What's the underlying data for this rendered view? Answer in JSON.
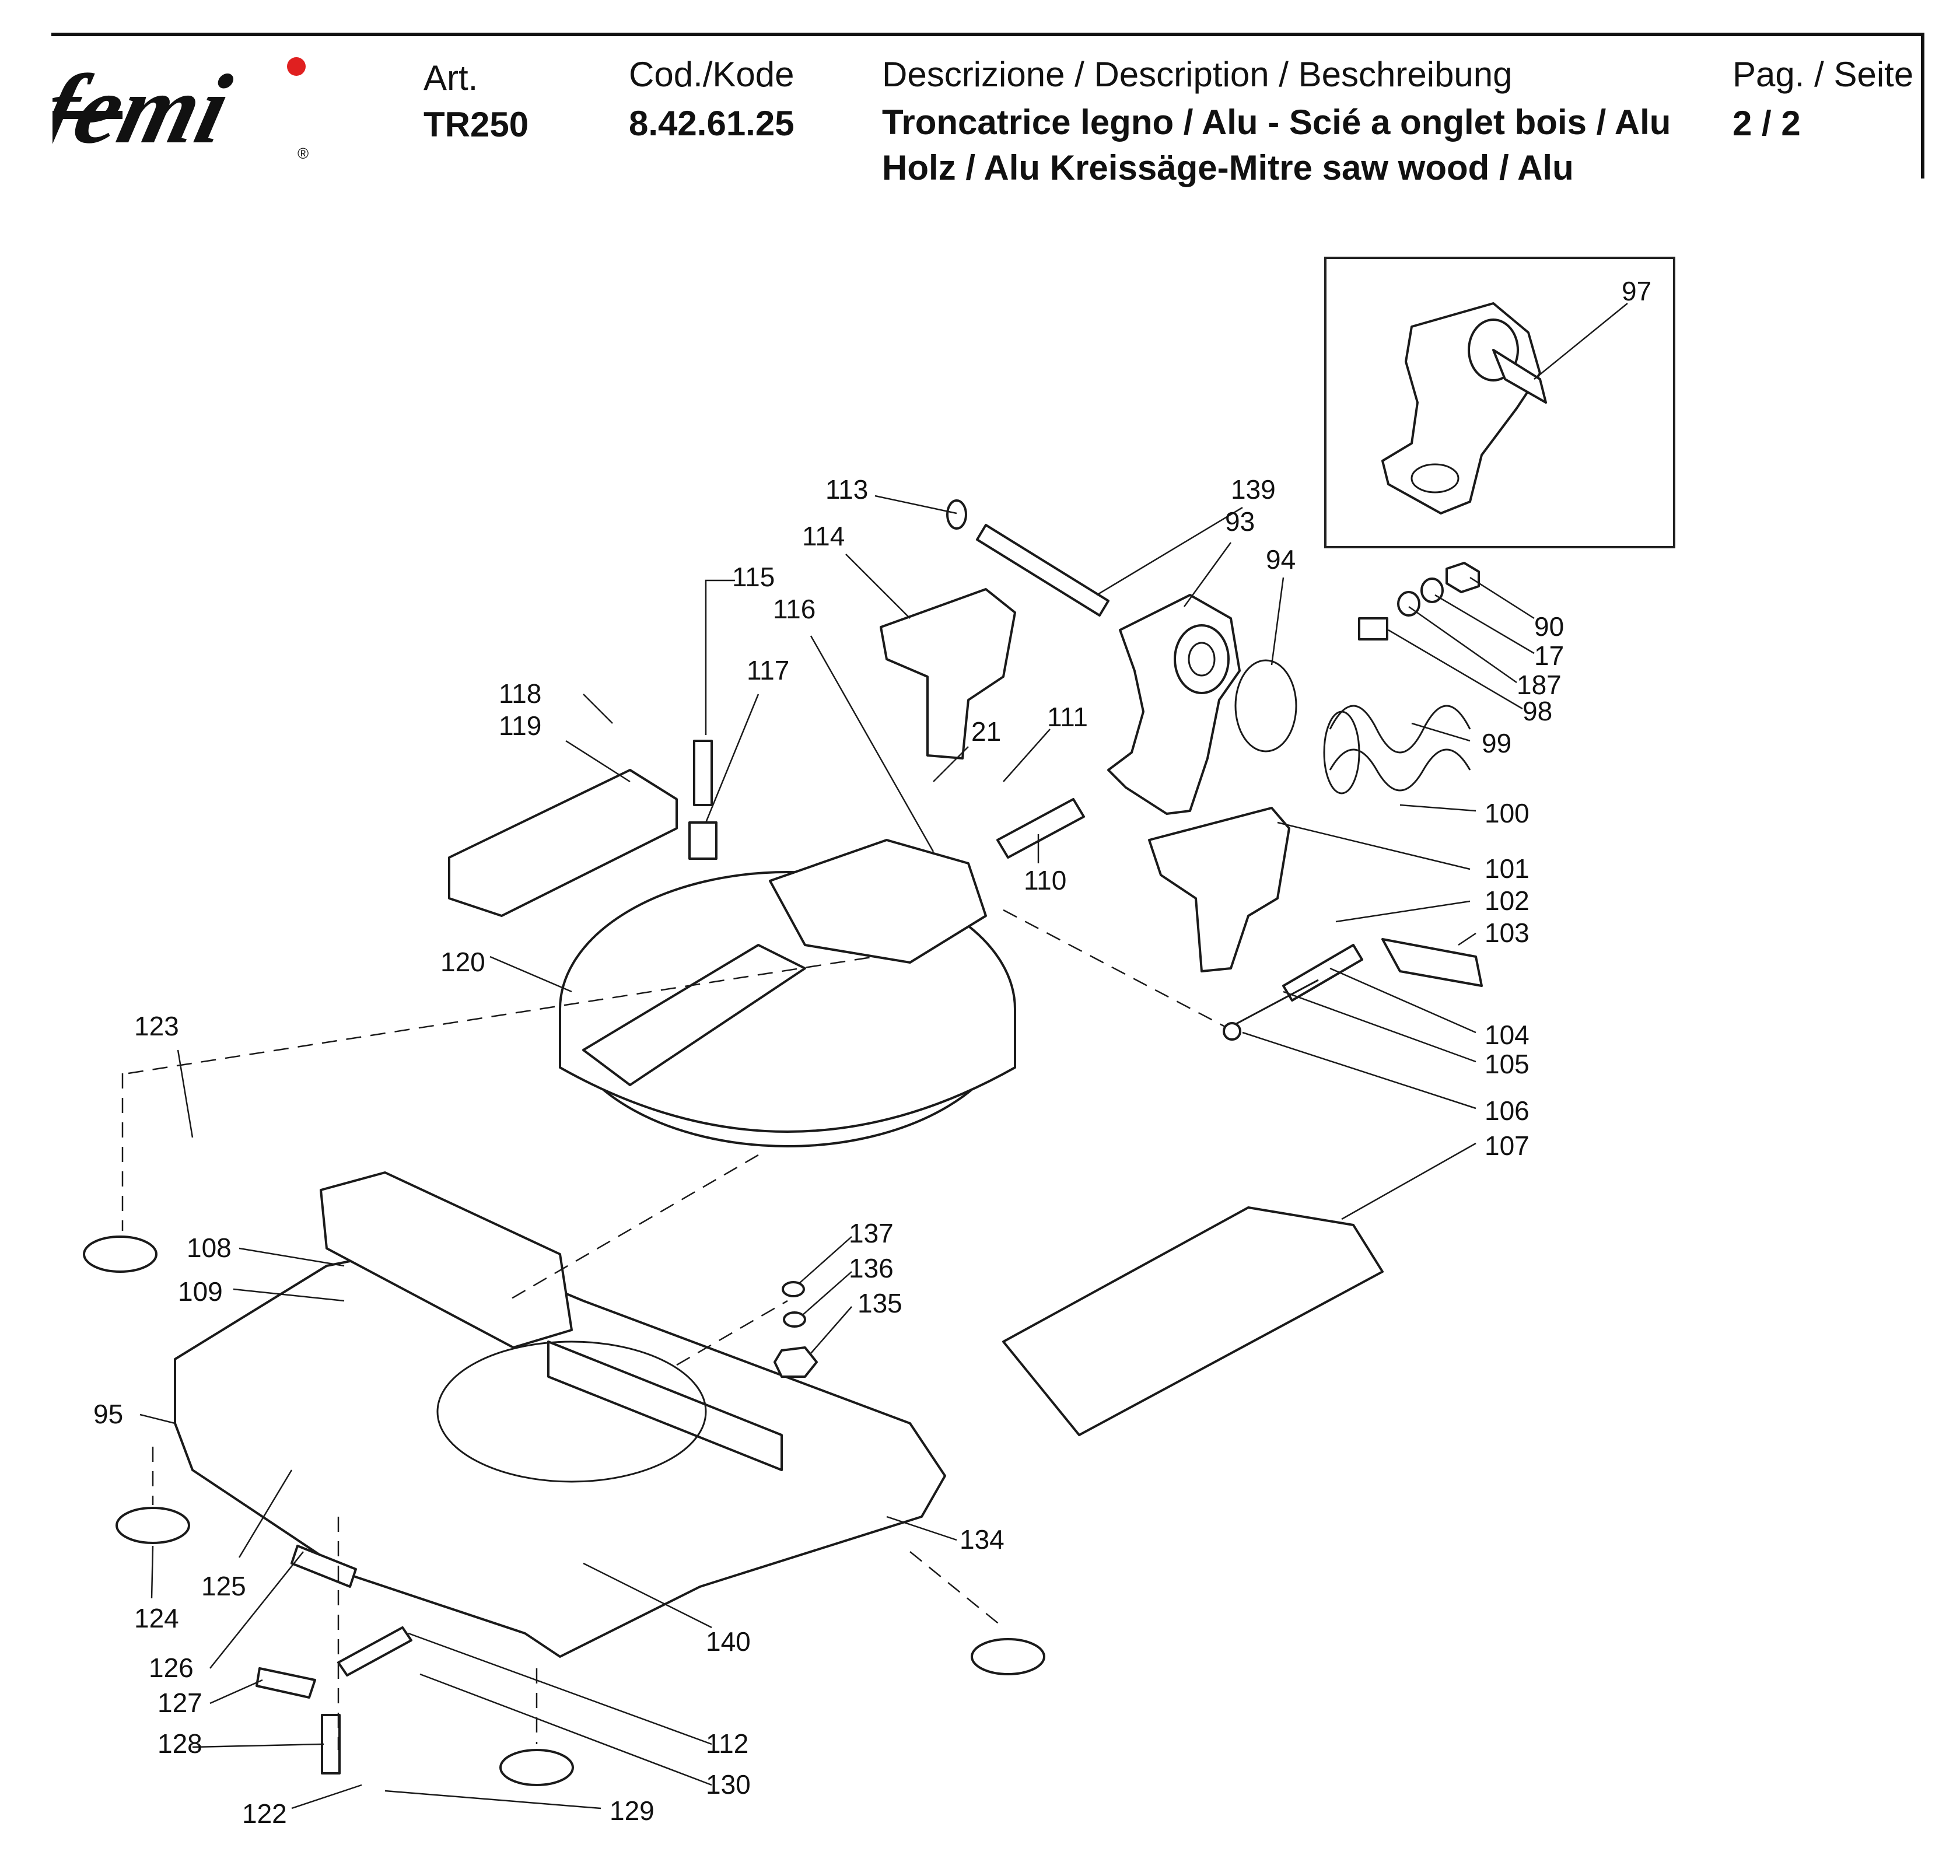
{
  "header": {
    "brand": "femi",
    "art_label": "Art.",
    "art_value": "TR250",
    "code_label": "Cod./Kode",
    "code_value": "8.42.61.25",
    "desc_label": "Descrizione / Description / Beschreibung",
    "desc_line1": "Troncatrice legno / Alu - Scié a onglet bois / Alu",
    "desc_line2": "Holz / Alu Kreissäge-Mitre saw wood / Alu",
    "page_label": "Pag. / Seite",
    "page_value": "2 / 2"
  },
  "colors": {
    "logo_dot": "#e02020",
    "ink": "#111111"
  },
  "callouts": [
    "97",
    "113",
    "139",
    "93",
    "94",
    "114",
    "115",
    "116",
    "117",
    "90",
    "17",
    "187",
    "98",
    "118",
    "119",
    "21",
    "111",
    "99",
    "100",
    "110",
    "101",
    "102",
    "103",
    "120",
    "104",
    "105",
    "106",
    "107",
    "123",
    "137",
    "136",
    "135",
    "108",
    "109",
    "95",
    "134",
    "125",
    "124",
    "140",
    "126",
    "127",
    "112",
    "128",
    "130",
    "122",
    "129"
  ]
}
